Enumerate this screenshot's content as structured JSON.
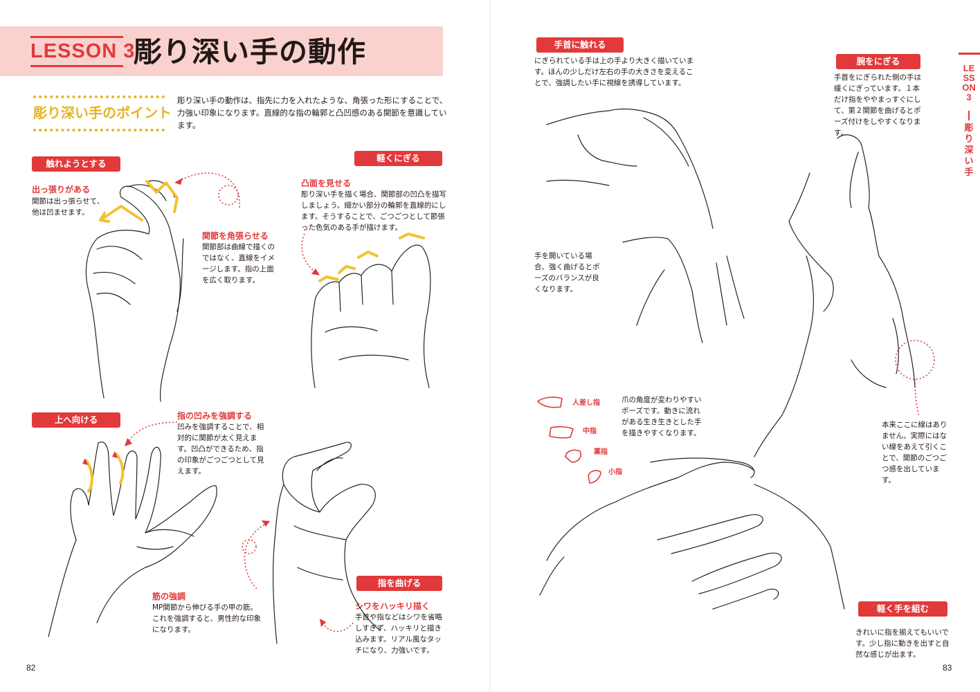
{
  "header": {
    "lesson_label": "LESSON 3",
    "title": "彫り深い手の動作"
  },
  "point": {
    "title": "彫り深い手のポイント",
    "text": "彫り深い手の動作は、指先に力を入れたような、角張った形にすることで、力強い印象になります。直線的な指の輪郭と凸凹感のある関節を意識しています。"
  },
  "left_page": {
    "touch": {
      "pill": "触れようとする",
      "protrude_heading": "出っ張りがある",
      "protrude_text": "関節は出っ張らせて、他は凹ませます。",
      "angular_heading": "関節を角張らせる",
      "angular_text": "関節部は曲線で描くのではなく、直線をイメージします。指の上面を広く取ります。"
    },
    "light_grip": {
      "pill": "軽くにぎる",
      "heading": "凸面を見せる",
      "text": "彫り深い手を描く場合、関節部の凹凸を描写しましょう。細かい部分の輪郭を直線的にします。そうすることで、ごつごつとして節張った色気のある手が描けます。"
    },
    "up": {
      "pill": "上へ向ける",
      "dent_heading": "指の凹みを強調する",
      "dent_text": "凹みを強調することで、相対的に関節が太く見えます。凹凸ができるため、指の印象がごつごつとして見えます。",
      "tendon_heading": "筋の強調",
      "tendon_text": "MP関節から伸びる手の甲の筋。これを強調すると、男性的な印象になります。"
    },
    "bend": {
      "pill": "指を曲げる",
      "heading": "シワをハッキリ描く",
      "text": "手首や指などはシワを省略しすぎず、ハッキリと描き込みます。リアル風なタッチになり、力強いです。"
    },
    "page_number": "82"
  },
  "right_page": {
    "touch_wrist": {
      "pill": "手首に触れる",
      "text": "にぎられている手は上の手より大きく描いています。ほんの少しだけ左右の手の大きさを変えることで、強調したい手に視線を誘導しています。",
      "open_text": "手を開いている場合、強く曲げるとポーズのバランスが良くなります。"
    },
    "grip_arm": {
      "pill": "腕をにぎる",
      "text": "手首をにぎられた側の手は緩くにぎっています。１本だけ指をややまっすぐにして、第２関節を曲げるとポーズ付けをしやすくなります。",
      "line_text": "本来ここに線はありません。実際にはない線をあえて引くことで、関節のごつごつ感を出しています。"
    },
    "nails": {
      "fingers": [
        "人差し指",
        "中指",
        "薬指",
        "小指"
      ],
      "text": "爪の角度が変わりやすいポーズです。動きに流れがある生き生きとした手を描きやすくなります。"
    },
    "clasp": {
      "pill": "軽く手を組む",
      "text": "きれいに指を揃えてもいいです。少し指に動きを出すと自然な感じが出ます。"
    },
    "page_number": "83"
  },
  "side_tab": {
    "lesson": "LESSON 3",
    "title": "彫り深い手"
  },
  "colors": {
    "accent_red": "#e2393b",
    "header_pink": "#f9d2cf",
    "point_yellow": "#e6b422",
    "highlight_yellow": "#f2c230",
    "text_dark": "#231815"
  }
}
